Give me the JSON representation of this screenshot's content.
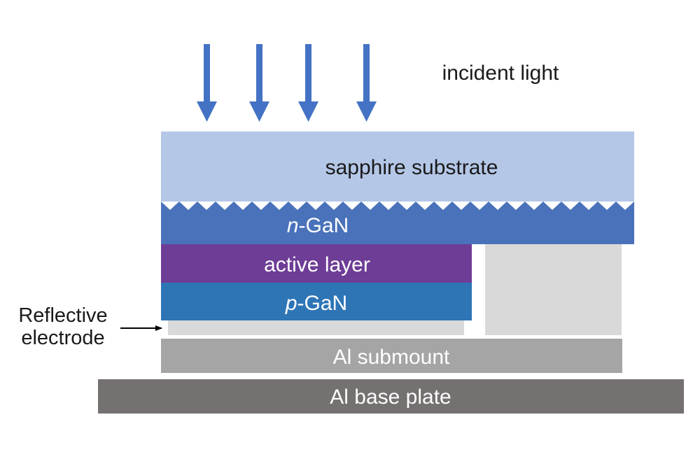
{
  "labels": {
    "incident_light": "incident light",
    "sapphire_substrate": "sapphire substrate",
    "n_gan_prefix": "n",
    "n_gan_suffix": "-GaN",
    "active_layer": "active layer",
    "p_gan_prefix": "p",
    "p_gan_suffix": "-GaN",
    "reflective_electrode_line1": "Reflective",
    "reflective_electrode_line2": "electrode",
    "al_submount": "Al submount",
    "al_base_plate": "Al base plate"
  },
  "colors": {
    "light_arrow": "#4472C4",
    "sapphire": "#B4C7E7",
    "n_gan": "#4A72BA",
    "active_layer": "#6E3D96",
    "p_gan": "#2E75B6",
    "electrode": "#D9D9D9",
    "side_block": "#D9D9D9",
    "submount": "#A5A5A5",
    "base_plate": "#767171",
    "dark_text": "#1a1a1a",
    "light_text": "#ffffff",
    "pointer": "#000000"
  }
}
